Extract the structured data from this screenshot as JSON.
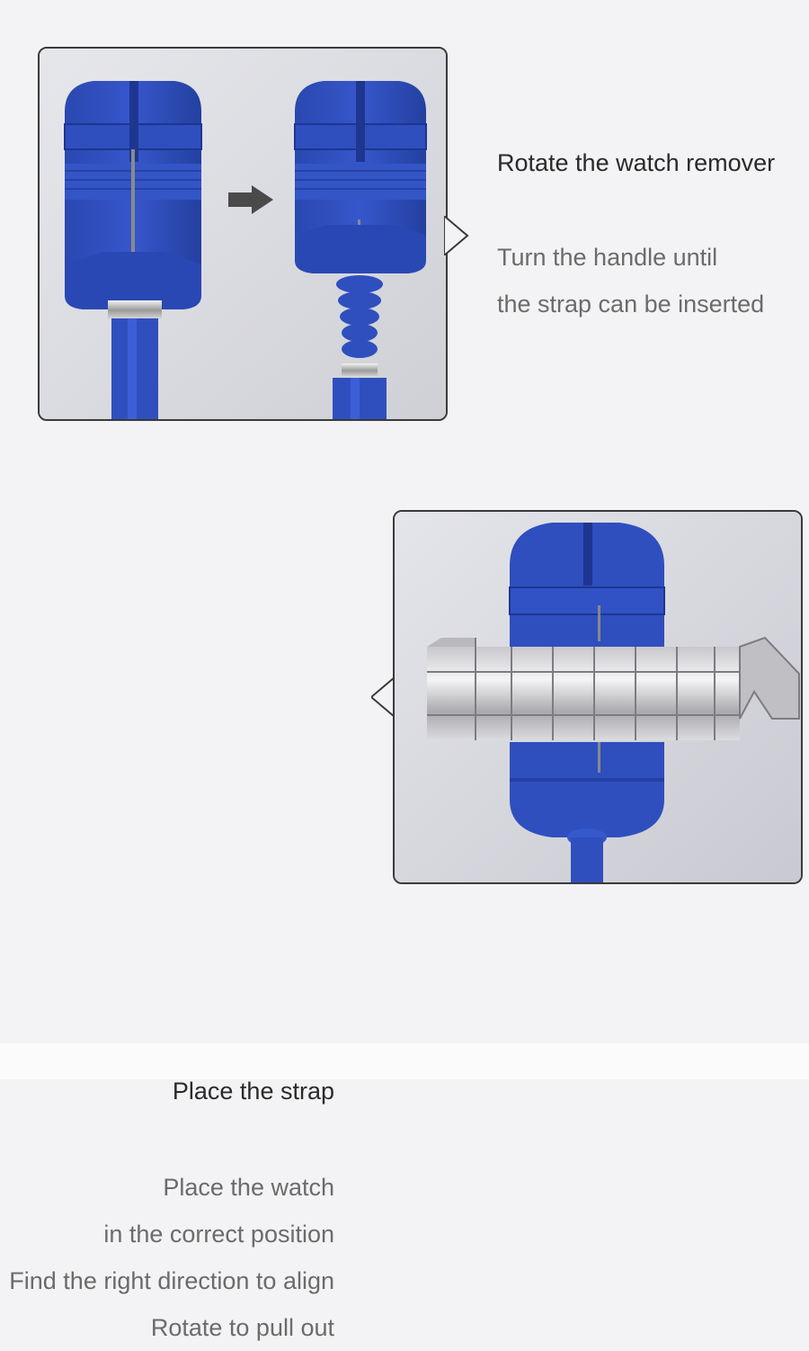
{
  "step1": {
    "title": "Rotate the watch remover",
    "lines": [
      "Turn the handle until",
      "the strap can be inserted"
    ]
  },
  "step2": {
    "title": "Place the strap",
    "lines": [
      "Place the watch",
      "in the correct position",
      "Find the right direction to align",
      "Rotate to pull out"
    ]
  },
  "colors": {
    "tool_blue": "#2f4fbf",
    "background": "#f3f3f5",
    "frame_border": "#3a3a3a",
    "heading_text": "#2a2a2a",
    "desc_text": "#6b6b6b"
  },
  "icons": [
    "right-arrow-icon",
    "speech-pointer-icon"
  ]
}
